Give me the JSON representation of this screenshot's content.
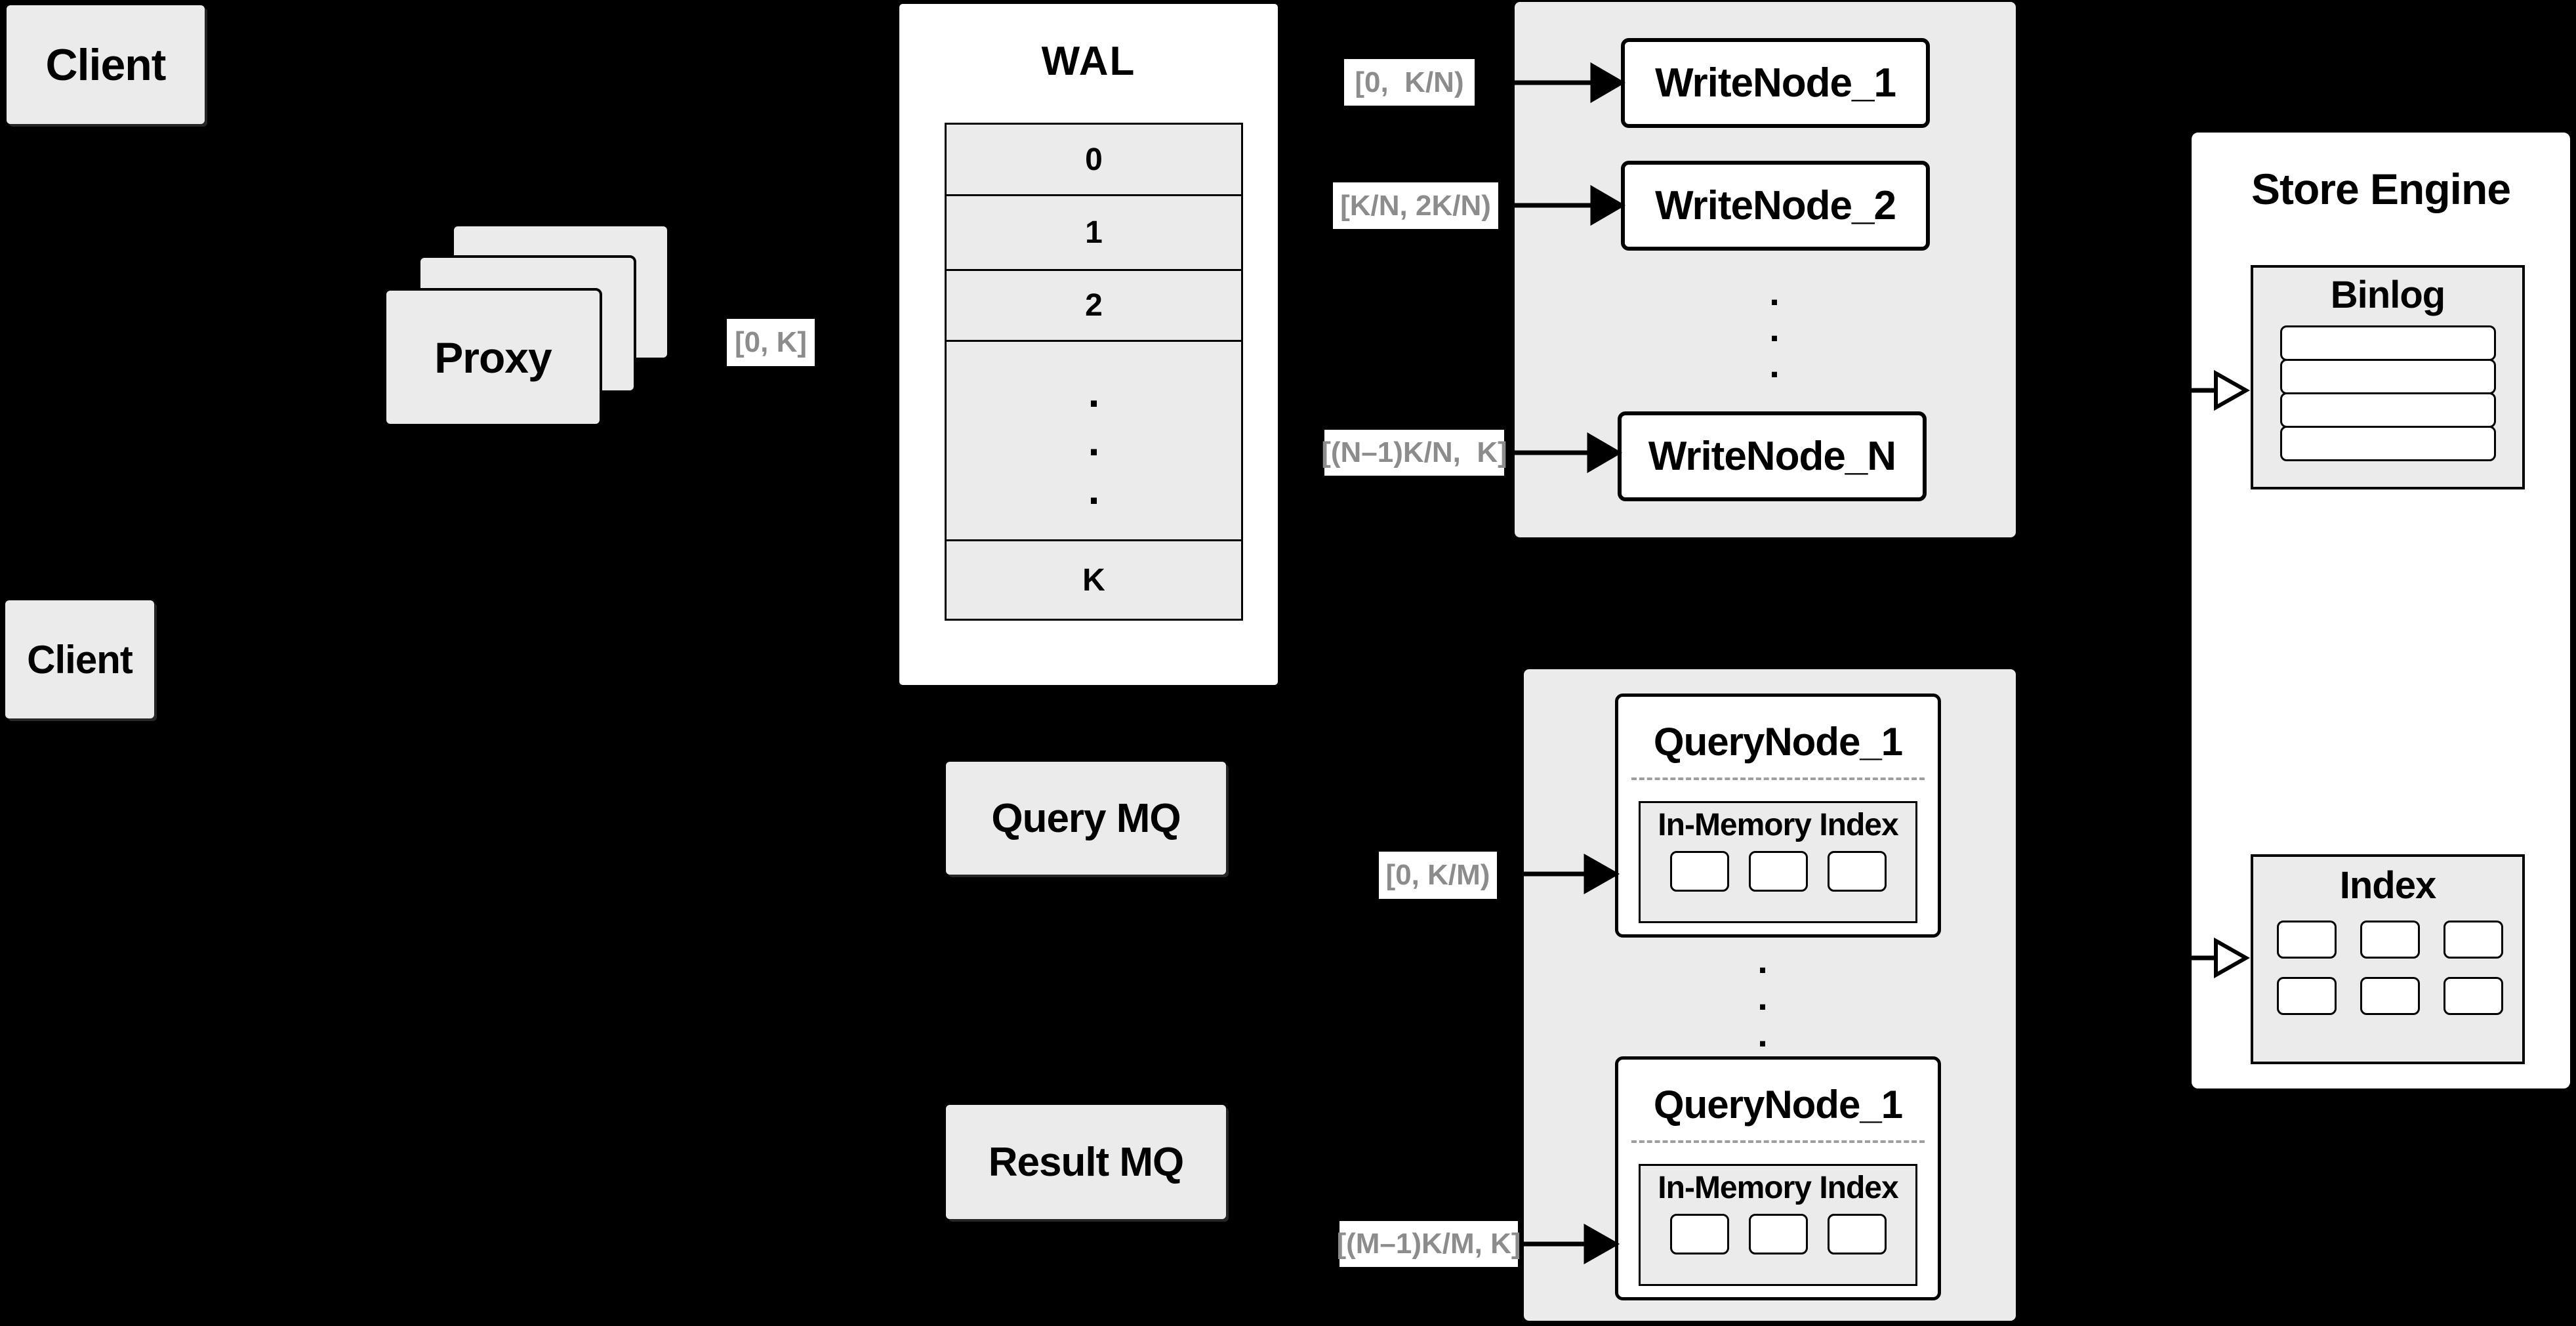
{
  "colors": {
    "background": "#000000",
    "box_fill": "#ebebeb",
    "box_white": "#ffffff",
    "border": "#000000",
    "label_text": "#8c8c8c",
    "divider_dash": "#9e9e9e"
  },
  "glyphs": {
    "dot": "."
  },
  "clients": {
    "top": "Client",
    "bottom": "Client"
  },
  "proxy": {
    "label": "Proxy"
  },
  "labels": {
    "proxy_to_wal": "[0, K]",
    "write_1": "[0,  K/N)",
    "write_2": "[K/N, 2K/N)",
    "write_n": "[(N–1)K/N,  K]",
    "query_1": "[0, K/M)",
    "query_m": "[(M–1)K/M, K]"
  },
  "wal": {
    "title": "WAL",
    "rows": [
      "0",
      "1",
      "2",
      "K"
    ]
  },
  "write_nodes": {
    "node1": "WriteNode_1",
    "node2": "WriteNode_2",
    "nodeN": "WriteNode_N"
  },
  "mq": {
    "query": "Query MQ",
    "result": "Result MQ"
  },
  "query_nodes": {
    "top": {
      "title": "QueryNode_1",
      "inner": "In-Memory Index"
    },
    "bottom": {
      "title": "QueryNode_1",
      "inner": "In-Memory Index"
    }
  },
  "store_engine": {
    "title": "Store Engine",
    "binlog": "Binlog",
    "index": "Index"
  }
}
